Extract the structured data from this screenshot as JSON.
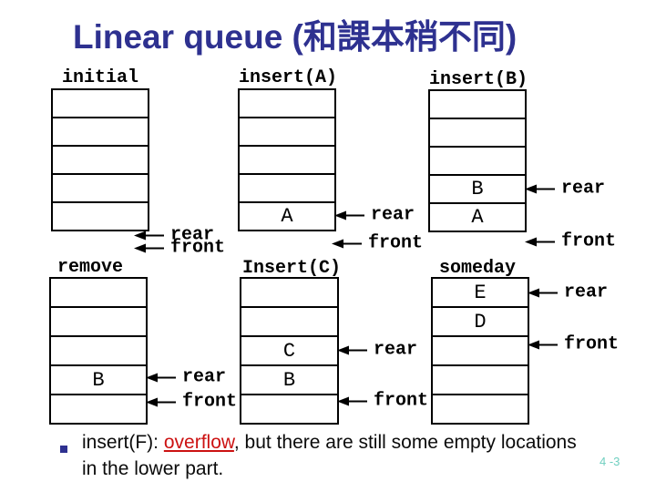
{
  "slide": {
    "title": "Linear queue (和課本稍不同)",
    "page_number": "4 -3"
  },
  "pointer_labels": {
    "rear": "rear",
    "front": "front"
  },
  "queues": {
    "initial": {
      "label": "initial",
      "cells": [
        "",
        "",
        "",
        "",
        ""
      ]
    },
    "insert_a": {
      "label": "insert(A)",
      "cells": [
        "",
        "",
        "",
        "",
        "A"
      ]
    },
    "insert_b": {
      "label": "insert(B)",
      "cells": [
        "",
        "",
        "",
        "B",
        "A"
      ]
    },
    "remove": {
      "label": "remove",
      "cells": [
        "",
        "",
        "",
        "B",
        ""
      ]
    },
    "insert_c": {
      "label": "Insert(C)",
      "cells": [
        "",
        "",
        "C",
        "B",
        ""
      ]
    },
    "someday": {
      "label": "someday",
      "cells": [
        "E",
        "D",
        "",
        "",
        ""
      ]
    }
  },
  "note": {
    "prefix": "insert(F): ",
    "highlight": "overflow",
    "suffix": ", but there are still some empty locations in the lower part."
  },
  "icons": {
    "pointer_arrow": "left-arrow-icon",
    "bullet": "square-bullet-icon"
  },
  "colors": {
    "title": "#2E3190",
    "diagram": "#000000",
    "highlight": "#CC1111",
    "bullet": "#2E3190",
    "page_number": "#70CFC0",
    "background": "#FFFFFF"
  }
}
